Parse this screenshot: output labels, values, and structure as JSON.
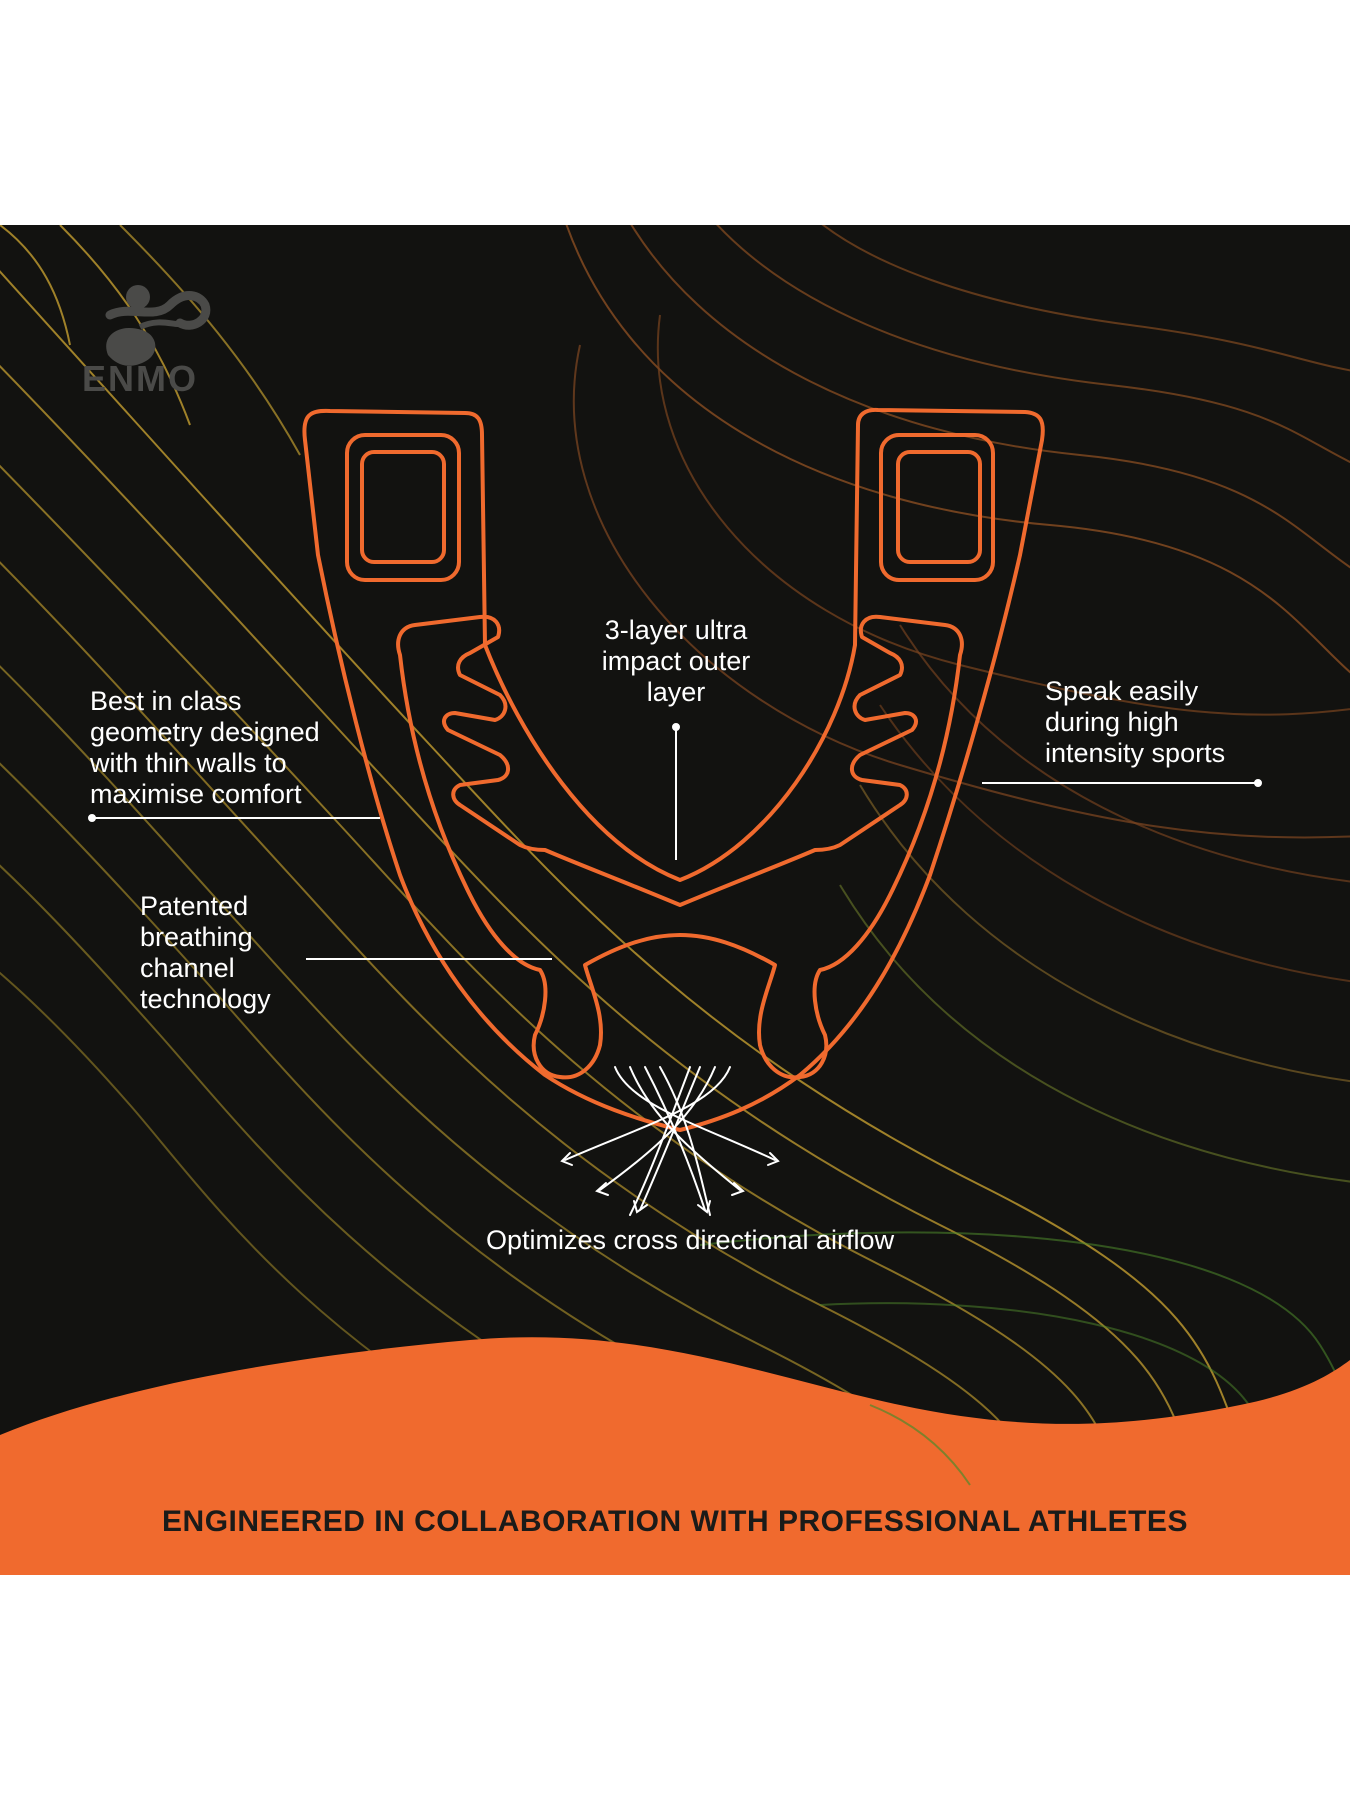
{
  "brand": {
    "name": "ENMO",
    "logo_icon": "enmo-figure-logo-icon"
  },
  "callouts": {
    "outer_layer": [
      "3-layer ultra",
      "impact outer",
      "layer"
    ],
    "geometry": [
      "Best in class",
      "geometry designed",
      "with thin walls to",
      "maximise comfort"
    ],
    "speak": [
      "Speak easily",
      "during high",
      "intensity sports"
    ],
    "breathing": [
      "Patented",
      "breathing",
      "channel",
      "technology"
    ],
    "airflow": "Optimizes cross directional airflow"
  },
  "tagline": "ENGINEERED IN COLLABORATION WITH PROFESSIONAL ATHLETES",
  "colors": {
    "background": "#121210",
    "accent_orange": "#f06a2e",
    "contour_gold": "#b8952e",
    "contour_brown": "#8a4e22",
    "contour_green": "#4f8a2c",
    "text": "#ffffff",
    "tagline_text": "#1b1b19"
  }
}
